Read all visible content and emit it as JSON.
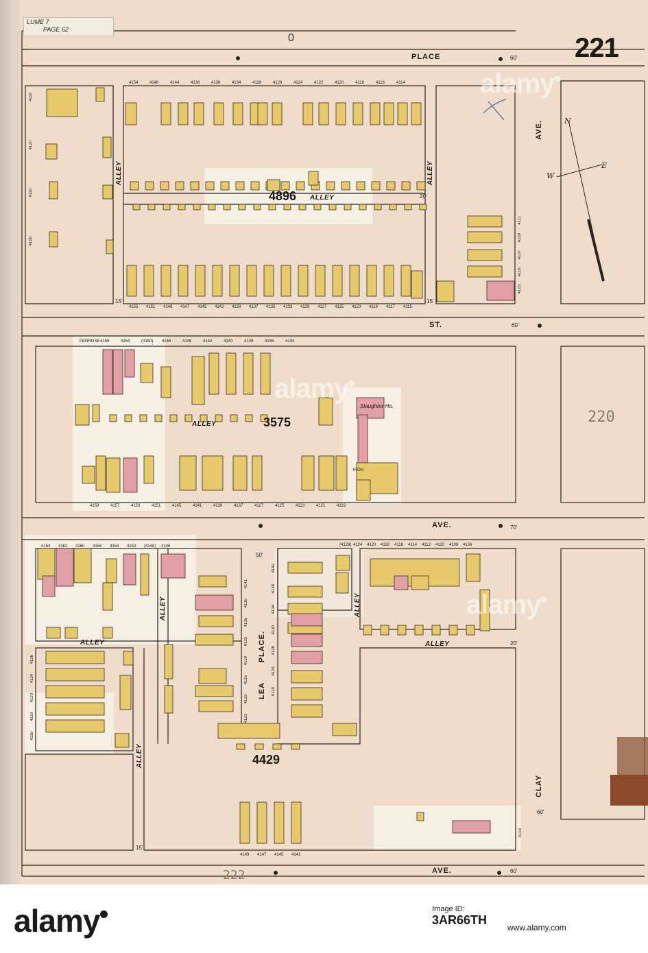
{
  "sheet": {
    "volume_text": "LUME 7",
    "page_text": "PAGE 62",
    "page_number": "221",
    "top_margin_number": "0",
    "adjacent_sheet_right": "220",
    "adjacent_sheet_bottom": "222"
  },
  "streets": {
    "place_top": "PLACE",
    "st": "ST.",
    "ave_middle": "AVE.",
    "ave_bottom": "AVE.",
    "ave_right_top": "AVE.",
    "clay": "CLAY",
    "lea": "LEA",
    "place_lea": "PLACE."
  },
  "street_widths": {
    "place_top": "60'",
    "st": "60'",
    "ave_middle": "70'",
    "ave_bottom": "60'",
    "clay": "60'",
    "lea": "50'",
    "alley_a": "20'",
    "alley_b": "15'"
  },
  "alleys": {
    "label": "ALLEY"
  },
  "blocks": {
    "north": "4896",
    "middle": "3575",
    "south": "4429"
  },
  "compass": {
    "n": "N",
    "w": "W",
    "e": "E"
  },
  "buildings": {
    "slaughter_house": "Slaughter Ho.",
    "iron": "IRON"
  },
  "house_numbers": {
    "north_top": [
      "4154",
      "4148",
      "4144",
      "4138",
      "4136",
      "4134",
      "4128",
      "4126",
      "4124",
      "4122",
      "4120",
      "4118",
      "4116",
      "4114"
    ],
    "north_bottom": [
      "4155",
      "4151",
      "4149",
      "4147",
      "4145",
      "4143",
      "4139",
      "4137",
      "4135",
      "4133",
      "4129",
      "4127",
      "4125",
      "4123",
      "4119",
      "4117",
      "4115"
    ],
    "north_left": [
      "4118",
      "4120",
      "4116",
      "4108"
    ],
    "north_right": [
      "4111",
      "4109",
      "4107",
      "4105",
      "4103"
    ],
    "middle_top": [
      "PENROSE",
      "4156",
      "4154",
      "(4150)",
      "4148",
      "4146",
      "4142",
      "4140",
      "4138",
      "4136",
      "4134"
    ],
    "middle_bottom": [
      "4159",
      "4157",
      "4153",
      "4151",
      "4145",
      "4141",
      "4139",
      "4137",
      "4127",
      "4125",
      "4123",
      "4121",
      "4119"
    ],
    "south_top_left": [
      "4164",
      "4162",
      "4160",
      "4156",
      "4154",
      "4152",
      "(4148)",
      "4146"
    ],
    "south_top_right": [
      "(4128)",
      "4124",
      "4120",
      "4118",
      "4116",
      "4114",
      "4112",
      "4110",
      "4108",
      "4106"
    ],
    "south_left": [
      "4126",
      "4124",
      "4120",
      "4118",
      "4116"
    ],
    "lea_west": [
      "4141",
      "4139",
      "4135",
      "4133",
      "4129",
      "4125",
      "4123",
      "4121"
    ],
    "lea_east": [
      "4142",
      "4138",
      "4134",
      "4130",
      "4128",
      "4124",
      "4120"
    ],
    "south_bottom": [
      "4149",
      "4147",
      "4145",
      "4143"
    ],
    "clay_side": "4103"
  },
  "footer": {
    "logo_text": "alamy",
    "image_id_label": "Image ID:",
    "image_id": "3AR66TH",
    "site": "www.alamy.com"
  },
  "watermark": {
    "text": "alamy"
  },
  "colors": {
    "paper": "#efdccb",
    "frame_bldg": "#e6c96a",
    "brick_bldg": "#e2a0a6",
    "tape": "#f6f1e7",
    "line": "#2a241f"
  }
}
